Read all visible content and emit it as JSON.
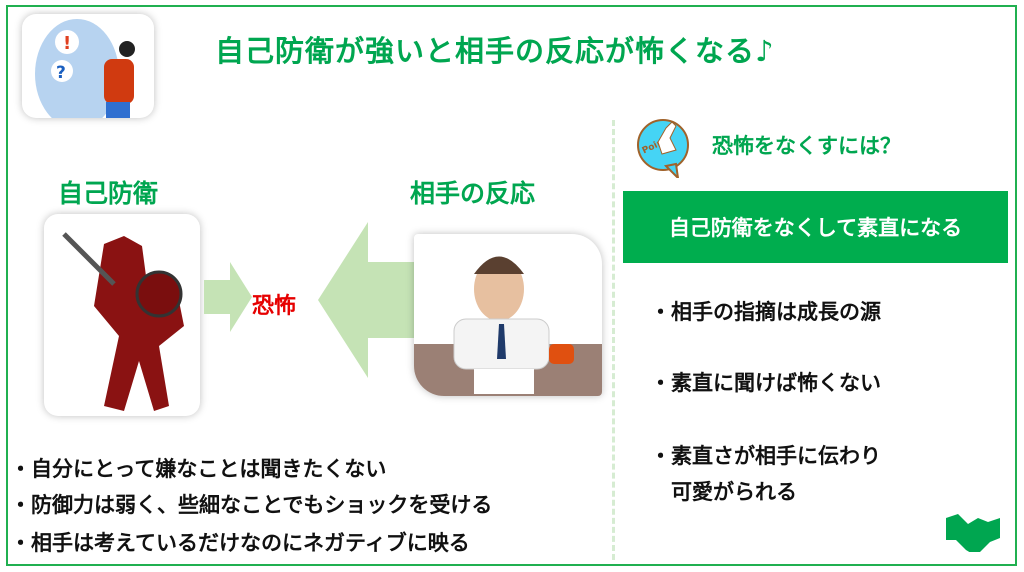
{
  "title": "自己防衛が強いと相手の反応が怖くなる♪",
  "left": {
    "heading": "自己防衛",
    "fear": "恐怖"
  },
  "middle": {
    "heading": "相手の反応"
  },
  "bullets": [
    "・自分にとって嫌なことは聞きたくない",
    "・防御力は弱く、些細なことでもショックを受ける",
    "・相手は考えているだけなのにネガティブに映る"
  ],
  "right": {
    "point_label": "Point",
    "question": "恐怖をなくすには？",
    "answer": "自己防衛をなくして素直になる",
    "bullets": [
      "・相手の指摘は成長の源",
      "・素直に聞けば怖くない",
      "・素直さが相手に伝わり",
      "　可愛がられる"
    ]
  },
  "colors": {
    "accent": "#00a650",
    "fear": "#e60000"
  }
}
